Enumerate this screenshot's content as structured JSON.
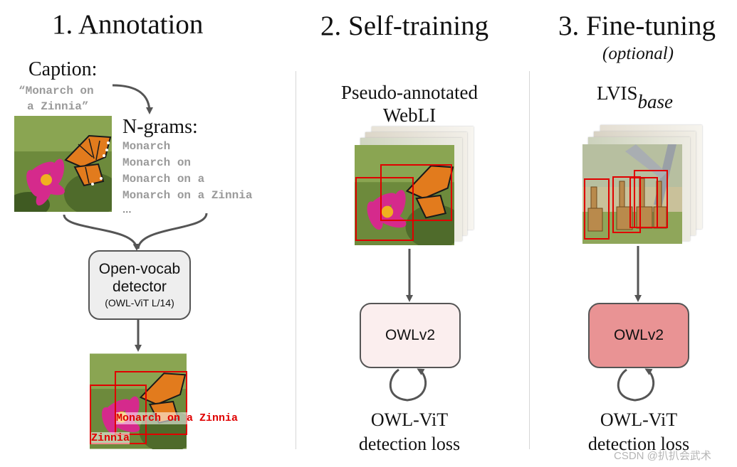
{
  "steps": [
    {
      "title": "1. Annotation"
    },
    {
      "title": "2. Self-training"
    },
    {
      "title": "3. Fine-tuning",
      "subtitle": "(optional)"
    }
  ],
  "annotation": {
    "caption_label": "Caption:",
    "caption_line1": "“Monarch on",
    "caption_line2": "a Zinnia”",
    "ngrams_label": "N-grams:",
    "ngrams": [
      "Monarch",
      "Monarch on",
      "Monarch on a",
      "Monarch on a Zinnia",
      "..."
    ],
    "detector_line1": "Open-vocab",
    "detector_line2": "detector",
    "detector_model": "(OWL-ViT L/14)",
    "detection_labels": [
      "Monarch on a Zinnia",
      "Zinnia"
    ]
  },
  "self_training": {
    "dataset_line1": "Pseudo-annotated",
    "dataset_line2": "WebLI",
    "model": "OWLv2",
    "loss_line1": "OWL-ViT",
    "loss_line2": "detection loss",
    "model_fill": "#fbeeee"
  },
  "fine_tuning": {
    "dataset_main": "LVIS",
    "dataset_sub": "base",
    "model": "OWLv2",
    "loss_line1": "OWL-ViT",
    "loss_line2": "detection loss",
    "model_fill": "#e99394"
  },
  "watermark": "CSDN @扒扒会武术",
  "colors": {
    "box_red": "#e00000",
    "arrow": "#555555",
    "detector_fill": "#eeeeee"
  }
}
